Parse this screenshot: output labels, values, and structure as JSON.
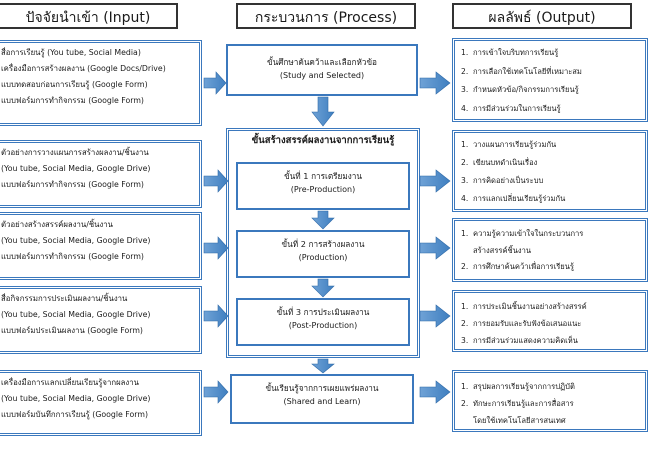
{
  "headers": {
    "input": "ปัจจัยนำเข้า (Input)",
    "process": "กระบวนการ (Process)",
    "output": "ผลลัพธ์ (Output)"
  },
  "inputs": [
    {
      "lines": [
        "สื่อการเรียนรู้ (You tube, Social Media)",
        "เครื่องมือการสร้างผลงาน (Google Docs/Drive)",
        "แบบทดสอบก่อนการเรียนรู้ (Google Form)",
        "แบบฟอร์มการทำกิจกรรม (Google Form)"
      ]
    },
    {
      "lines": [
        "ตัวอย่างการวางแผนการสร้างผลงาน/ชิ้นงาน",
        "(You tube, Social Media, Google Drive)",
        "แบบฟอร์มการทำกิจกรรม (Google Form)"
      ]
    },
    {
      "lines": [
        "ตัวอย่างสร้างสรรค์ผลงาน/ชิ้นงาน",
        "(You tube, Social Media, Google Drive)",
        "แบบฟอร์มการทำกิจกรรม (Google Form)"
      ]
    },
    {
      "lines": [
        "สื่อกิจกรรมการประเมินผลงาน/ชิ้นงาน",
        "(You tube, Social Media, Google Drive)",
        "แบบฟอร์มประเมินผลงาน (Google Form)"
      ]
    },
    {
      "lines": [
        "เครื่องมือการแลกเปลี่ยนเรียนรู้จากผลงาน",
        "(You tube, Social Media, Google Drive)",
        "แบบฟอร์มบันทึกการเรียนรู้ (Google Form)"
      ]
    }
  ],
  "process": {
    "study": {
      "th": "ขั้นศึกษาค้นคว้าและเลือกหัวข้อ",
      "en": "(Study and Selected)"
    },
    "group_title": "ขั้นสร้างสรรค์ผลงานจากการเรียนรู้",
    "steps": [
      {
        "th": "ขั้นที่ 1 การเตรียมงาน",
        "en": "(Pre-Production)"
      },
      {
        "th": "ขั้นที่ 2 การสร้างผลงาน",
        "en": "(Production)"
      },
      {
        "th": "ขั้นที่ 3 การประเมินผลงาน",
        "en": "(Post-Production)"
      }
    ],
    "share": {
      "th": "ขั้นเรียนรู้จากการเผยแพร่ผลงาน",
      "en": "(Shared and Learn)"
    }
  },
  "outputs": [
    {
      "items": [
        {
          "num": "1.",
          "text": "การเข้าใจบริบทการเรียนรู้"
        },
        {
          "num": "2.",
          "text": "การเลือกใช้เทคโนโลยีที่เหมาะสม"
        },
        {
          "num": "3.",
          "text": "กำหนดหัวข้อ/กิจกรรมการเรียนรู้"
        },
        {
          "num": "4.",
          "text": "การมีส่วนร่วมในการเรียนรู้"
        }
      ]
    },
    {
      "items": [
        {
          "num": "1.",
          "text": "วางแผนการเรียนรู้ร่วมกัน"
        },
        {
          "num": "2.",
          "text": "เขียนบทดำเนินเรื่อง"
        },
        {
          "num": "3.",
          "text": "การคิดอย่างเป็นระบบ"
        },
        {
          "num": "4.",
          "text": "การแลกเปลี่ยนเรียนรู้ร่วมกัน"
        }
      ]
    },
    {
      "items": [
        {
          "num": "1.",
          "text": "ความรู้ความเข้าใจในกระบวนการ",
          "cont": "สร้างสรรค์ชิ้นงาน"
        },
        {
          "num": "2.",
          "text": "การศึกษาค้นคว้าเพื่อการเรียนรู้"
        }
      ]
    },
    {
      "items": [
        {
          "num": "1.",
          "text": "การประเมินชิ้นงานอย่างสร้างสรรค์"
        },
        {
          "num": "2.",
          "text": "การยอมรับและรับฟังข้อเสนอแนะ"
        },
        {
          "num": "3.",
          "text": "การมีส่วนร่วมแสดงความคิดเห็น"
        }
      ]
    },
    {
      "items": [
        {
          "num": "1.",
          "text": "สรุปผลการเรียนรู้จากการปฏิบัติ"
        },
        {
          "num": "2.",
          "text": "ทักษะการเรียนรู้และการสื่อสาร",
          "cont": "โดยใช้เทคโนโลยีสารสนเทศ"
        }
      ]
    }
  ],
  "colors": {
    "box_border": "#3b78bd",
    "arrow": "#4a86c5",
    "header_border": "#333333"
  }
}
